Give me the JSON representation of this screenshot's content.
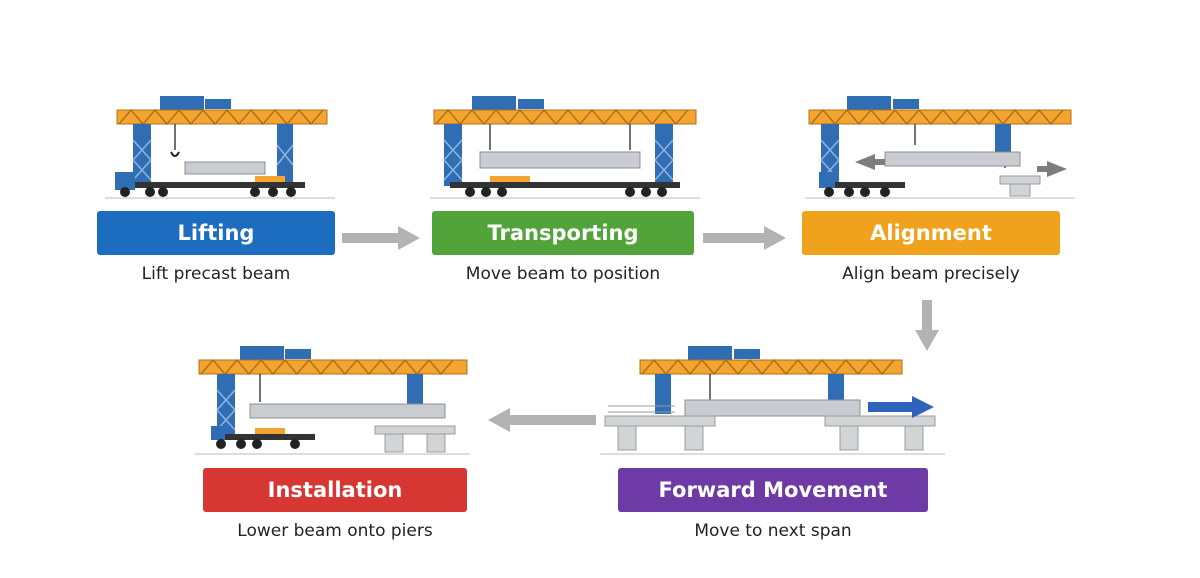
{
  "colors": {
    "lifting": "#1c6cc0",
    "transporting": "#52a33a",
    "alignment": "#f0a21c",
    "installation": "#d73732",
    "forward": "#6e3aa6",
    "flow_arrow": "#b3b3b3",
    "gantry": "#f3a530",
    "leg": "#2f6db4",
    "beam": "#c9ccd0",
    "pier": "#d2d4d6",
    "motion_blue": "#2d63bb",
    "motion_gray": "#7d7d7d"
  },
  "steps": [
    {
      "id": "lifting",
      "title": "Lifting",
      "description": "Lift precast beam"
    },
    {
      "id": "transporting",
      "title": "Transporting",
      "description": "Move beam to position"
    },
    {
      "id": "alignment",
      "title": "Alignment",
      "description": "Align beam precisely"
    },
    {
      "id": "installation",
      "title": "Installation",
      "description": "Lower beam onto piers"
    },
    {
      "id": "forward",
      "title": "Forward Movement",
      "description": "Move to next span"
    }
  ],
  "flow": [
    "lifting",
    "transporting",
    "alignment",
    "forward",
    "installation"
  ]
}
